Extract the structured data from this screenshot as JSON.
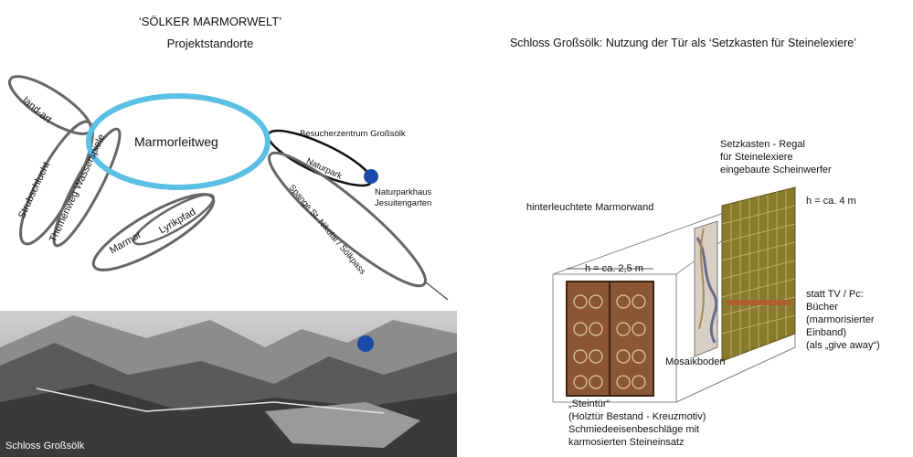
{
  "left_title": {
    "line1": "‘SÖLKER MARMORWELT’",
    "line2": "Projektstandorte"
  },
  "right_title": "Schloss Großsölk: Nutzung der Tür als ‘Setzkasten für Steinelexiere’",
  "diagram": {
    "center": "Marmorleitweg",
    "land_art": "land-art",
    "strubschlucht": "Strubschlucht",
    "themenweg": "Themenweg Wasserspiele",
    "marmor": "Marmor",
    "lyrikpfad": "Lyrikpfad",
    "besucherzentrum": "Besucherzentrum Großsölk",
    "naturpark": "Naturpark",
    "naturparkhaus_1": "Naturparkhaus",
    "naturparkhaus_2": "Jesuitengarten",
    "spange": "Spange St. Nikolai / Sölkpass"
  },
  "photo_caption": "Schloss Großsölk",
  "right": {
    "setzkasten_1": "Setzkasten - Regal",
    "setzkasten_2": "für Steinelexiere",
    "setzkasten_3": "eingebaute Scheinwerfer",
    "h4": "h = ca. 4 m",
    "marmorwand": "hinterleuchtete Marmorwand",
    "h25": "h = ca. 2,5 m",
    "statt_1": "statt TV / Pc:",
    "statt_2": "Bücher",
    "statt_3": "(marmorisierter",
    "statt_4": "Einband)",
    "statt_5": "(als „give away“)",
    "mosaik": "Mosaikboden",
    "steintuer_1": "„Steintür“",
    "steintuer_2": "(Holztür Bestand - Kreuzmotiv)",
    "steintuer_3": "Schmiedeeisenbeschläge mit",
    "steintuer_4": "karmosierten Steineinsatz"
  },
  "colors": {
    "accent": "#5bc0e3",
    "marker": "#1a4aa8",
    "ellipse": "#555555",
    "shelf": "#8a7a2e"
  }
}
